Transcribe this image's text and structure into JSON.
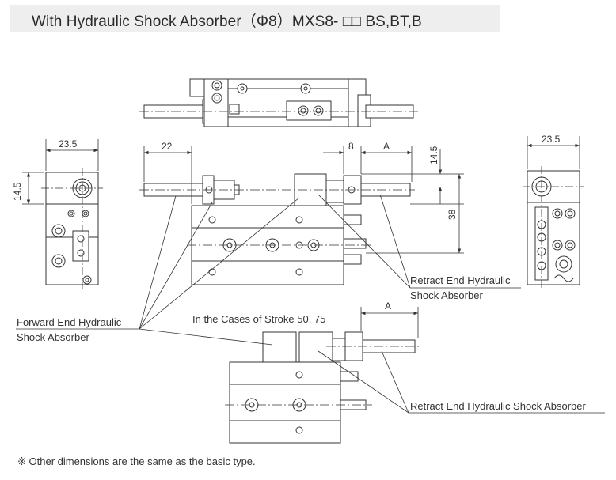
{
  "title": "With Hydraulic Shock Absorber（Φ8）MXS8- □□ BS,BT,B",
  "dimensions": {
    "left_view_width": "23.5",
    "left_view_height": "14.5",
    "forward_absorber_length": "22",
    "retract_offset": "8",
    "retract_stroke": "A",
    "retract_height": "14.5",
    "body_height": "38",
    "right_view_width": "23.5",
    "lower_stroke": "A"
  },
  "callouts": {
    "forward_absorber_line1": "Forward End Hydraulic",
    "forward_absorber_line2": "Shock Absorber",
    "retract_absorber_line1": "Retract End Hydraulic",
    "retract_absorber_line2": "Shock Absorber",
    "retract_absorber_single": "Retract End Hydraulic Shock Absorber"
  },
  "stroke_case_label": "In the Cases of Stroke 50, 75",
  "footnote": "※ Other dimensions are the same as the basic type."
}
